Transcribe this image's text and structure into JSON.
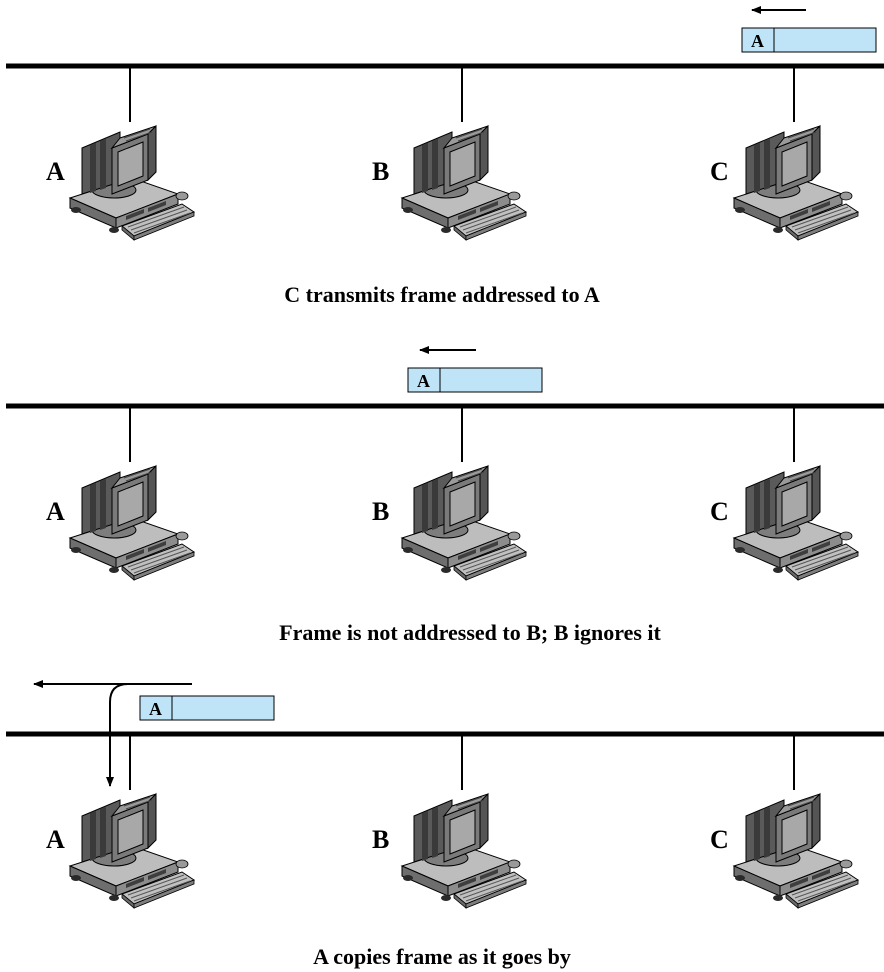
{
  "colors": {
    "frame_fill": "#bfe4f7",
    "line": "#000000",
    "computer_light": "#c8c8c8",
    "computer_mid": "#8a8a8a",
    "computer_dark": "#4a4a4a",
    "screen": "#9a9a9a"
  },
  "icons": {
    "station": "desktop-computer-icon"
  },
  "panels": [
    {
      "caption": "C transmits frame addressed to A",
      "stations": [
        "A",
        "B",
        "C"
      ],
      "frame": {
        "address": "A",
        "position": "above-station-C",
        "direction": "left"
      }
    },
    {
      "caption": "Frame is not addressed to B; B ignores it",
      "stations": [
        "A",
        "B",
        "C"
      ],
      "frame": {
        "address": "A",
        "position": "above-station-B",
        "direction": "left"
      }
    },
    {
      "caption": "A copies frame as it goes by",
      "stations": [
        "A",
        "B",
        "C"
      ],
      "frame": {
        "address": "A",
        "position": "above-station-A",
        "direction": "left-and-down-to-A"
      }
    }
  ]
}
